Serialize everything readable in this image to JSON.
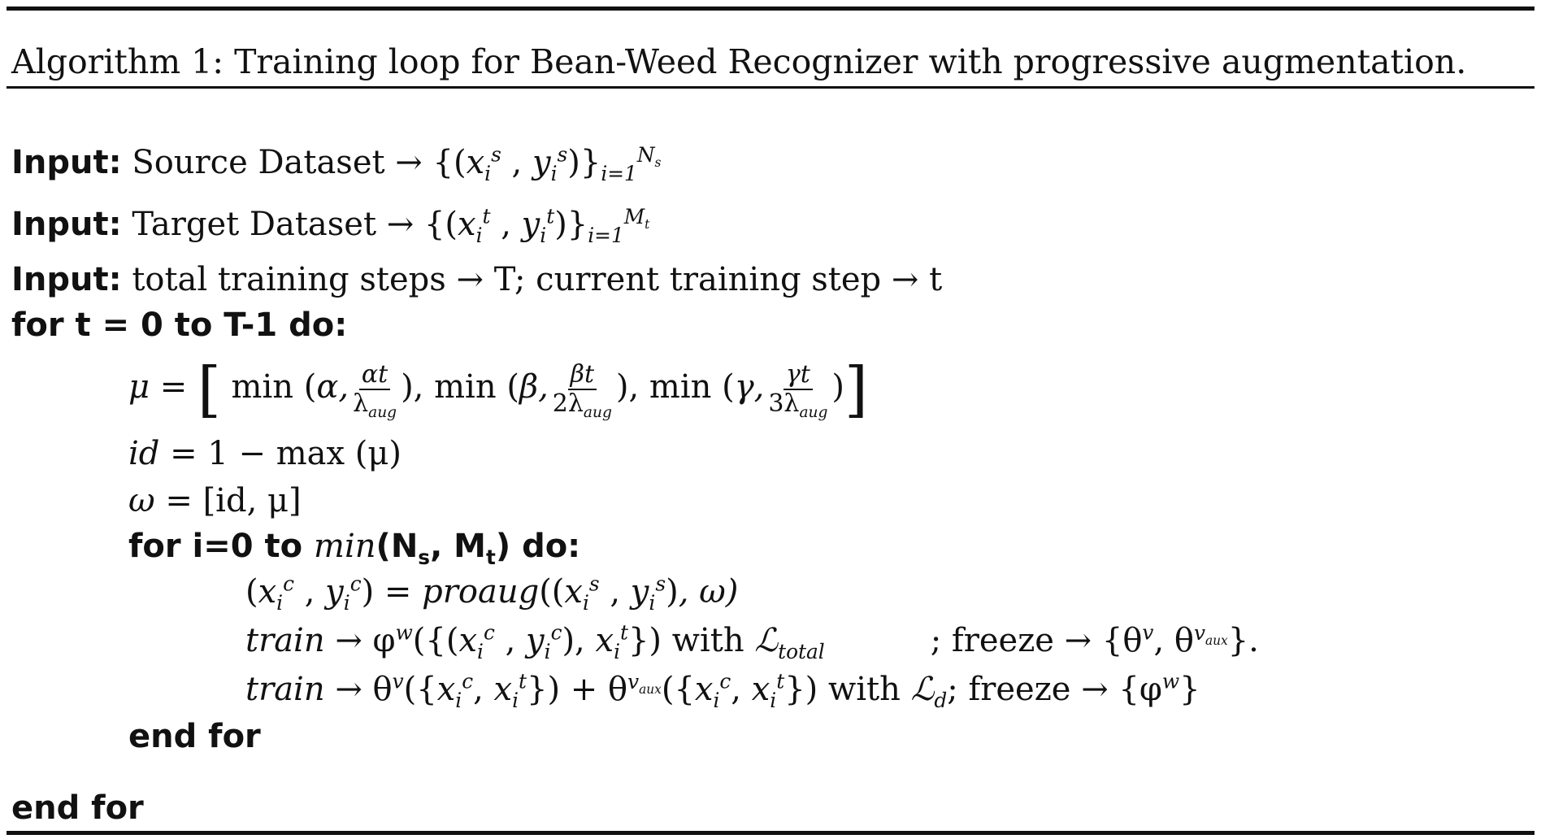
{
  "caption": "Algorithm 1: Training loop for Bean-Weed Recognizer with progressive augmentation.",
  "keywords": {
    "input": "Input:",
    "for_outer": "for t = 0 to T-1 do:",
    "for_inner_a": "for i=0 to ",
    "for_inner_min": "min",
    "for_inner_b": "(N",
    "for_inner_c": ", M",
    "for_inner_d": ") do:",
    "end_for_inner": "end for",
    "end_for_outer": "end for"
  },
  "inputs": {
    "source_label": "Source Dataset →",
    "source_sub_s": "s",
    "source_limit_upper": "N",
    "source_limit_upper_sub": "s",
    "source_limit_lower": "i=1",
    "target_label": "Target Dataset →",
    "target_sub_t": "t",
    "target_limit_upper": "M",
    "target_limit_upper_sub": "t",
    "target_limit_lower": "i=1",
    "steps_text": "total training steps → T; current training step → t"
  },
  "mu_line": {
    "lhs": "μ =",
    "min": "min",
    "f1_num": "αt",
    "f1_den": "λ",
    "f2_num": "βt",
    "f2_den": "2λ",
    "f3_num": "γt",
    "f3_den": "3λ",
    "den_sub": "aug",
    "alpha": "α,",
    "beta": "β,",
    "gamma": "γ,"
  },
  "id_line": {
    "lhs": "id",
    "rhs": "= 1 − max (μ)"
  },
  "omega_line": {
    "lhs": "ω",
    "rhs": "= [id, μ]"
  },
  "proaug_line": {
    "fn": "proaug",
    "tail": ", ω)"
  },
  "train1": {
    "train": "train",
    "with": "with",
    "loss": "ℒ",
    "loss_sub": "total",
    "freeze": "; freeze → {θ",
    "tail": "}."
  },
  "train2": {
    "train": "train",
    "with": "with",
    "loss": "ℒ",
    "loss_sub": "d",
    "freeze": "; freeze → {φ",
    "tail": "}"
  }
}
